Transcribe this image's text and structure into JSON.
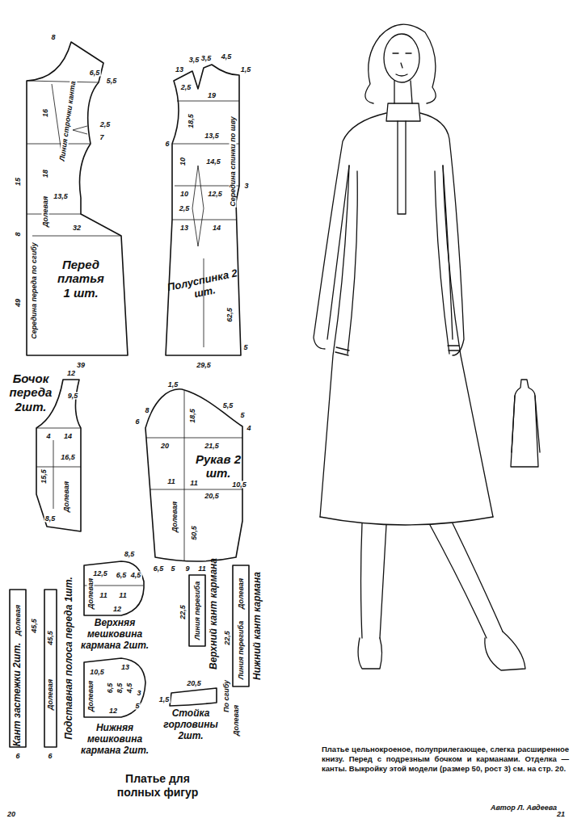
{
  "diagram": {
    "title": "Платье для полных фигур",
    "caption": "Платье цельнокроеное, полуприлегающее, слегка расширенное книзу. Перед с подрезным бочком и карманами. Отделка — канты. Выкройку этой модели (размер 50, рост 3) см. на стр. 20.",
    "nodes": [
      {
        "text": [
          "Перед платья 1 шт."
        ]
      },
      {
        "text": [
          "Полуспинка 2 шт."
        ]
      },
      {
        "text": [
          "Бочок переда 2шт."
        ]
      },
      {
        "text": [
          "Рукав 2 шт."
        ]
      },
      {
        "text": [
          "Верхняя мешковина кармана 2шт."
        ]
      },
      {
        "text": [
          "Кант застежки 2шт."
        ]
      },
      {
        "text": [
          "Подставная полоса переда 1шт."
        ]
      },
      {
        "text": [
          "Верхний кант кармана"
        ]
      },
      {
        "text": [
          "Нижний кант кармана"
        ]
      },
      {
        "text": [
          "Нижняя мешковина кармана 2шт."
        ]
      },
      {
        "text": [
          "Стойка горловины 2шт."
        ]
      }
    ],
    "labels": [
      "8",
      "6,5",
      "5,5",
      "2,5",
      "7",
      "16",
      "18",
      "13,5",
      "15",
      "8",
      "49",
      "32",
      "39",
      "Линия строчки канта",
      "Долевая",
      "Середина переда по сгибу",
      "13",
      "3,5",
      "3,5",
      "4,5",
      "1,5",
      "2,5",
      "18,5",
      "19",
      "10",
      "6",
      "13,5",
      "14,5",
      "10",
      "12,5",
      "2,5",
      "3",
      "13",
      "14",
      "62,5",
      "29,5",
      "5",
      "Середина спинки по шву",
      "12",
      "9,5",
      "4",
      "15,5",
      "14",
      "16,5",
      "8,5",
      "Долевая",
      "1,5",
      "6",
      "8",
      "18,5",
      "5,5",
      "5",
      "4",
      "20",
      "21,5",
      "11",
      "11",
      "10,5",
      "20,5",
      "Долевая",
      "50,5",
      "6,5",
      "5",
      "9",
      "11",
      "8,5",
      "12,5",
      "6,5",
      "4,5",
      "11",
      "11",
      "12",
      "Долевая",
      "13",
      "10,5",
      "6,5",
      "8,5",
      "4,5",
      "3",
      "5",
      "12",
      "Долевая",
      "Долевая",
      "45,5",
      "6",
      "45,5",
      "Долевая",
      "6",
      "22,5",
      "Линия перегиба",
      "Долевая",
      "Линия перегиба",
      "22,5",
      "20,5",
      "1,5",
      "По сгибу",
      "Долевая",
      "20",
      "21",
      "Автор Л. Авдеева"
    ]
  }
}
